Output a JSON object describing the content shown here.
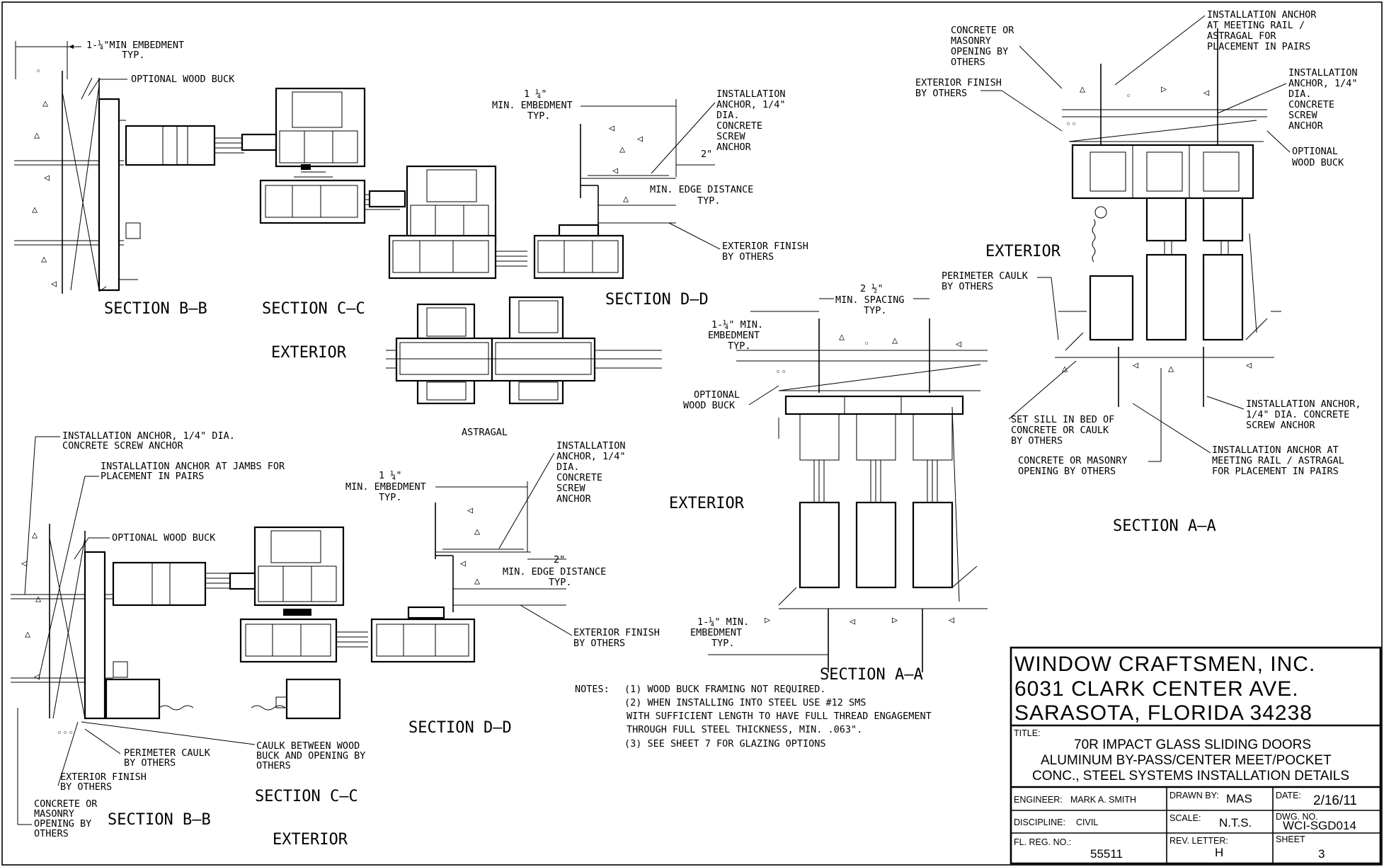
{
  "labels": {
    "bb_top_min_embed": "1-¼\"MIN EMBEDMENT",
    "bb_top_typ": "TYP.",
    "bb_top_wood_buck": "OPTIONAL WOOD BUCK",
    "sec_bb_top": "SECTION    B—B",
    "sec_cc_top": "SECTION    C—C",
    "exterior_top": "EXTERIOR",
    "dd_top_embed_1": "1 ¼\"",
    "dd_top_embed_2": "MIN. EMBEDMENT",
    "dd_top_typ": "TYP.",
    "dd_top_anchor_1": "INSTALLATION",
    "dd_top_anchor_2": "ANCHOR, 1/4\"",
    "dd_top_anchor_3": "DIA.",
    "dd_top_anchor_4": "CONCRETE",
    "dd_top_anchor_5": "SCREW",
    "dd_top_anchor_6": "ANCHOR",
    "dd_top_2in": "2\"",
    "dd_top_edge": "MIN. EDGE DISTANCE",
    "dd_top_edge_typ": "TYP.",
    "dd_top_ext_finish_1": "EXTERIOR FINISH",
    "dd_top_ext_finish_2": "BY OTHERS",
    "sec_dd_top": "SECTION    D—D",
    "astragal": "ASTRAGAL",
    "bl_anchor_1": "INSTALLATION ANCHOR, 1/4\" DIA.",
    "bl_anchor_2": "CONCRETE SCREW ANCHOR",
    "bl_jambs_1": "INSTALLATION ANCHOR AT JAMBS FOR",
    "bl_jambs_2": "PLACEMENT IN PAIRS",
    "bl_wood_buck": "OPTIONAL WOOD BUCK",
    "bl_caulk_1": "PERIMETER CAULK",
    "bl_caulk_2": "BY OTHERS",
    "bl_ext_1": "EXTERIOR FINISH",
    "bl_ext_2": "BY OTHERS",
    "bl_conc_1": "CONCRETE OR",
    "bl_conc_2": "MASONRY",
    "bl_conc_3": "OPENING BY",
    "bl_conc_4": "OTHERS",
    "sec_bb_bot": "SECTION    B—B",
    "bl_caulk_wood_1": "CAULK BETWEEN WOOD",
    "bl_caulk_wood_2": "BUCK AND OPENING BY",
    "bl_caulk_wood_3": "OTHERS",
    "sec_cc_bot": "SECTION    C—C",
    "exterior_bot": "EXTERIOR",
    "dd_bot_embed_1": "1 ¼\"",
    "dd_bot_embed_2": "MIN. EMBEDMENT",
    "dd_bot_typ": "TYP.",
    "dd_bot_anchor_1": "INSTALLATION",
    "dd_bot_anchor_2": "ANCHOR, 1/4\"",
    "dd_bot_anchor_3": "DIA.",
    "dd_bot_anchor_4": "CONCRETE",
    "dd_bot_anchor_5": "SCREW",
    "dd_bot_anchor_6": "ANCHOR",
    "dd_bot_2in": "2\"",
    "dd_bot_edge": "MIN. EDGE DISTANCE",
    "dd_bot_edge_typ": "TYP.",
    "dd_bot_ext_1": "EXTERIOR FINISH",
    "dd_bot_ext_2": "BY OTHERS",
    "sec_dd_bot": "SECTION    D—D",
    "exterior_mid": "EXTERIOR",
    "aa_mid_spacing_1": "2 ½\"",
    "aa_mid_spacing_2": "MIN. SPACING",
    "aa_mid_spacing_typ": "TYP.",
    "aa_mid_embed_1": "1-¼\" MIN.",
    "aa_mid_embed_2": "EMBEDMENT",
    "aa_mid_embed_typ": "TYP.",
    "aa_mid_wood_1": "OPTIONAL",
    "aa_mid_wood_2": "WOOD BUCK",
    "aa_mid_embed_b1": "1-¼\" MIN.",
    "aa_mid_embed_b2": "EMBEDMENT",
    "aa_mid_embed_btyp": "TYP.",
    "sec_aa_mid": "SECTION    A—A",
    "notes_head": "NOTES:",
    "note_1": "(1) WOOD BUCK FRAMING NOT REQUIRED.",
    "note_2a": "(2) WHEN INSTALLING INTO STEEL USE #12 SMS",
    "note_2b": "WITH SUFFICIENT LENGTH TO HAVE FULL THREAD ENGAGEMENT",
    "note_2c": "THROUGH FULL STEEL THICKNESS, MIN. .063\".",
    "note_3": "(3) SEE SHEET 7 FOR GLAZING OPTIONS",
    "ra_conc_1": "CONCRETE OR",
    "ra_conc_2": "MASONRY",
    "ra_conc_3": "OPENING BY",
    "ra_conc_4": "OTHERS",
    "ra_meet_1": "INSTALLATION ANCHOR",
    "ra_meet_2": "AT MEETING RAIL /",
    "ra_meet_3": "ASTRAGAL FOR",
    "ra_meet_4": "PLACEMENT IN PAIRS",
    "ra_ext_1": "EXTERIOR FINISH",
    "ra_ext_2": "BY OTHERS",
    "ra_anchor_1": "INSTALLATION",
    "ra_anchor_2": "ANCHOR, 1/4\"",
    "ra_anchor_3": "DIA.",
    "ra_anchor_4": "CONCRETE",
    "ra_anchor_5": "SCREW",
    "ra_anchor_6": "ANCHOR",
    "ra_wood_1": "OPTIONAL",
    "ra_wood_2": "WOOD BUCK",
    "ra_exterior": "EXTERIOR",
    "ra_caulk_1": "PERIMETER CAULK",
    "ra_caulk_2": "BY OTHERS",
    "ra_sill_1": "SET SILL IN BED OF",
    "ra_sill_2": "CONCRETE OR CAULK",
    "ra_sill_3": "BY OTHERS",
    "ra_opening_1": "CONCRETE OR MASONRY",
    "ra_opening_2": "OPENING BY OTHERS",
    "ra_anchor_b1": "INSTALLATION ANCHOR,",
    "ra_anchor_b2": "1/4\" DIA. CONCRETE",
    "ra_anchor_b3": "SCREW ANCHOR",
    "ra_meet_b1": "INSTALLATION ANCHOR AT",
    "ra_meet_b2": "MEETING RAIL / ASTRAGAL",
    "ra_meet_b3": "FOR PLACEMENT IN PAIRS",
    "sec_aa_right": "SECTION    A—A"
  },
  "title_block": {
    "company": "WINDOW CRAFTSMEN, INC.",
    "address": "6031 CLARK CENTER AVE.",
    "city": "SARASOTA, FLORIDA   34238",
    "title_label": "TITLE:",
    "title_1": "70R IMPACT GLASS SLIDING DOORS",
    "title_2": "ALUMINUM BY-PASS/CENTER MEET/POCKET",
    "title_3": "CONC., STEEL SYSTEMS INSTALLATION DETAILS",
    "engineer_label": "ENGINEER:",
    "engineer": "MARK A. SMITH",
    "drawn_label": "DRAWN BY:",
    "drawn": "MAS",
    "date_label": "DATE:",
    "date": "2/16/11",
    "discipline_label": "DISCIPLINE:",
    "discipline": "CIVIL",
    "scale_label": "SCALE:",
    "scale": "N.T.S.",
    "dwg_label": "DWG. NO.",
    "dwg": "WCI-SGD014",
    "flreg_label": "FL. REG. NO.:",
    "flreg": "55511",
    "rev_label": "REV. LETTER:",
    "rev": "H",
    "sheet_label": "SHEET",
    "sheet": "3"
  }
}
